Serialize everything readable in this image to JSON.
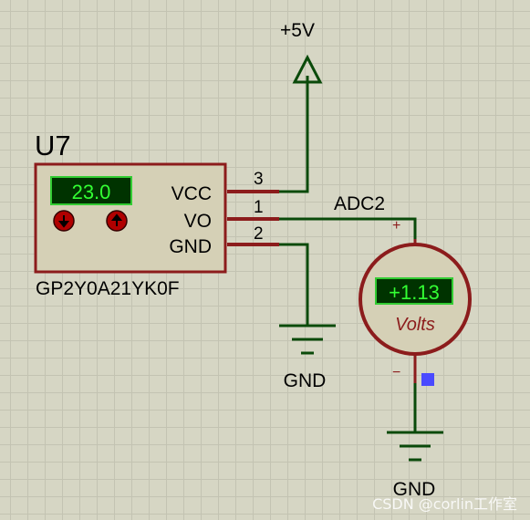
{
  "colors": {
    "wire": "#0a4a0a",
    "pin": "#8c1c1c",
    "body_fill": "#d5d0b6",
    "body_stroke": "#8c1c1c",
    "lcd_bg": "#003300",
    "lcd_text": "#33ff33",
    "lcd_border": "#33cc33",
    "probe": "#4a4aff"
  },
  "power": {
    "label": "+5V"
  },
  "sensor": {
    "ref": "U7",
    "part": "GP2Y0A21YK0F",
    "display_value": "23.0",
    "pins": {
      "vcc": "VCC",
      "vo": "VO",
      "gnd": "GND"
    },
    "pin_numbers": {
      "vcc": "3",
      "vo": "1",
      "gnd": "2"
    },
    "down_icon": "arrow-down-icon",
    "up_icon": "arrow-up-icon"
  },
  "net": {
    "adc_label": "ADC2"
  },
  "voltmeter": {
    "reading": "+1.13",
    "unit": "Volts",
    "plus": "+",
    "minus": "−"
  },
  "grounds": {
    "left": "GND",
    "right": "GND"
  },
  "watermark": "CSDN @corlin工作室"
}
